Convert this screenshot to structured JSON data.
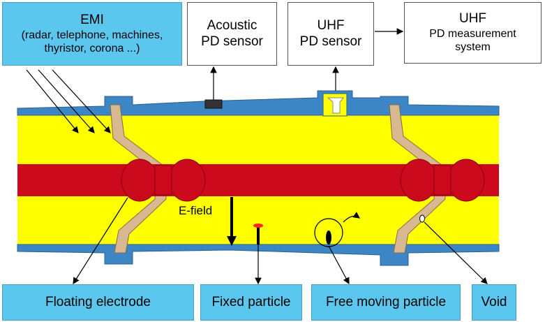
{
  "emi": {
    "title": "EMI",
    "line1": "(radar, telephone, machines,",
    "line2": "thyristor, corona ...)"
  },
  "acoustic_sensor": {
    "line1": "Acoustic",
    "line2": "PD sensor"
  },
  "uhf_sensor": {
    "line1": "UHF",
    "line2": "PD sensor"
  },
  "uhf_system": {
    "line1": "UHF",
    "line2": "PD measurement",
    "line3": "system"
  },
  "efield_label": "E-field",
  "defects": {
    "floating": "Floating electrode",
    "fixed": "Fixed particle",
    "free": "Free moving particle",
    "void": "Void"
  },
  "colors": {
    "enclosure": "#3d86c6",
    "gas": "#ffff00",
    "conductor": "#cc0a1e",
    "spacer": "#d8b890",
    "label_box": "#5cc7ee"
  }
}
